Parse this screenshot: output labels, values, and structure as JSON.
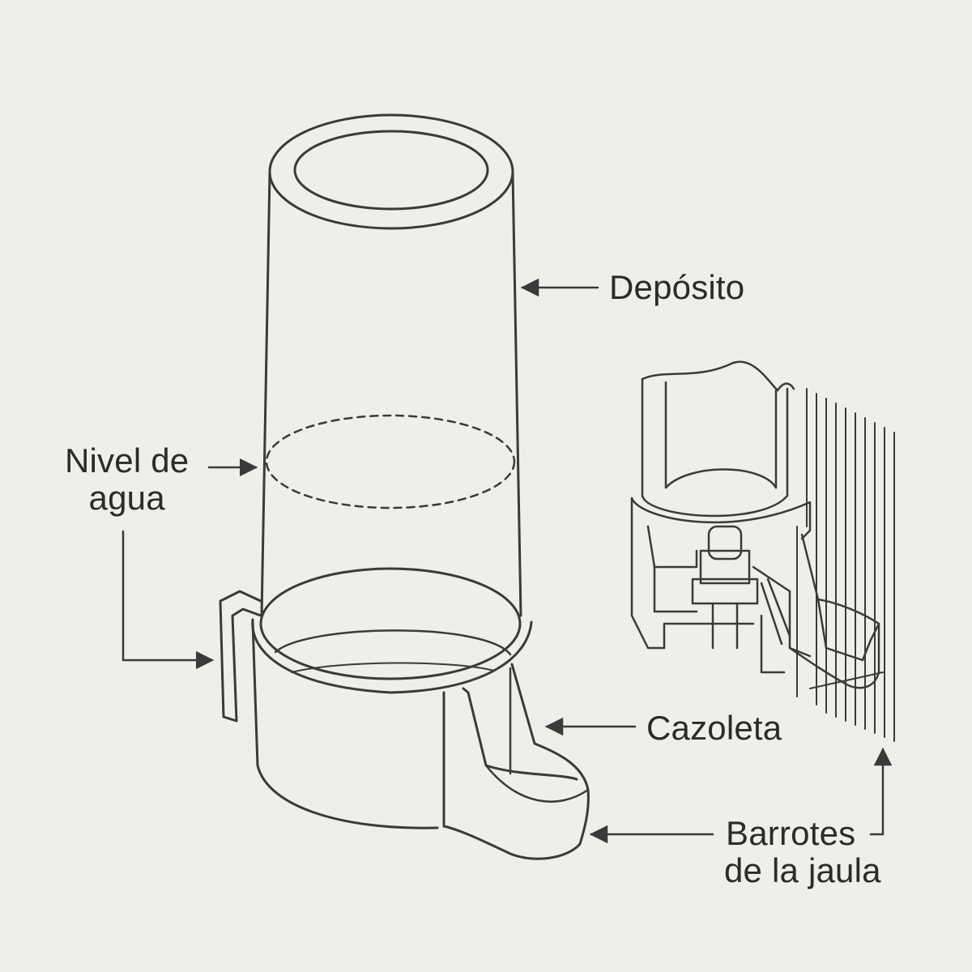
{
  "labels": {
    "deposito": "Depósito",
    "nivel_line1": "Nivel de",
    "nivel_line2": "agua",
    "cazoleta": "Cazoleta",
    "barrotes_line1": "Barrotes",
    "barrotes_line2": "de la jaula"
  },
  "colors": {
    "background": "#efeeea",
    "stroke": "#3a3a3a",
    "text": "#2b2b2b"
  }
}
